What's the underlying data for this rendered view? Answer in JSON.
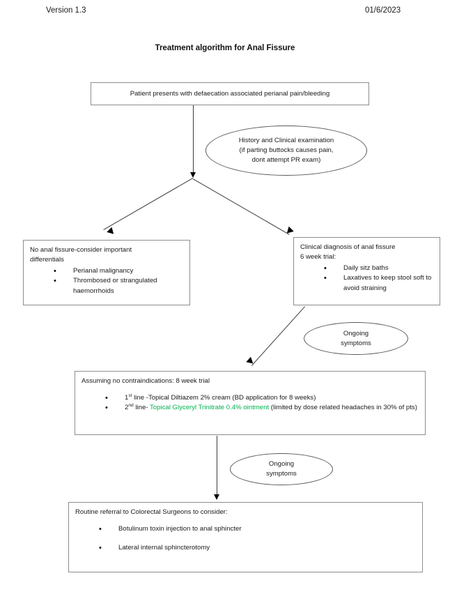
{
  "header": {
    "version": "Version 1.3",
    "date": "01/6/2023"
  },
  "title": "Treatment algorithm for Anal Fissure",
  "colors": {
    "highlight_green": "#00b050",
    "box_border": "#8d8d8d",
    "connector": "#3b3b3b"
  },
  "nodes": {
    "presentation": {
      "text": "Patient presents with defaecation associated perianal pain/bleeding"
    },
    "history_ellipse": {
      "line1": "History and Clinical examination",
      "line2": "(if parting buttocks causes pain,",
      "line3": "dont attempt PR exam)"
    },
    "no_fissure": {
      "line1": "No anal fissure-consider important",
      "line2": "differentials",
      "bullets": [
        "Perianal malignancy",
        "Thrombosed or strangulated haemorrhoids"
      ]
    },
    "diagnosis": {
      "line1": "Clinical diagnosis of anal fissure",
      "line2": "6 week trial:",
      "bullets": [
        "Daily sitz baths",
        "Laxatives to keep stool soft to avoid straining"
      ]
    },
    "ongoing_1": {
      "line1": "Ongoing",
      "line2": "symptoms"
    },
    "eight_week": {
      "heading": "Assuming no contraindications: 8 week trial",
      "bullet1": {
        "ordinal": "1",
        "ordinal_suffix": "st",
        "text_before": " line -Topical Diltiazem 2% cream (BD application for 8 weeks)"
      },
      "bullet2": {
        "ordinal": "2",
        "ordinal_suffix": "nd",
        "text_before": " line- ",
        "highlighted": "Topical Glyceryl Trinitrate 0.4% ointment",
        "text_after": " (limited by dose related headaches in 30% of pts)"
      }
    },
    "ongoing_2": {
      "line1": "Ongoing",
      "line2": "symptoms"
    },
    "referral": {
      "heading": "Routine referral to Colorectal Surgeons to consider:",
      "bullets": [
        "Botulinum toxin injection to anal sphincter",
        "Lateral internal sphincterotomy"
      ]
    }
  }
}
